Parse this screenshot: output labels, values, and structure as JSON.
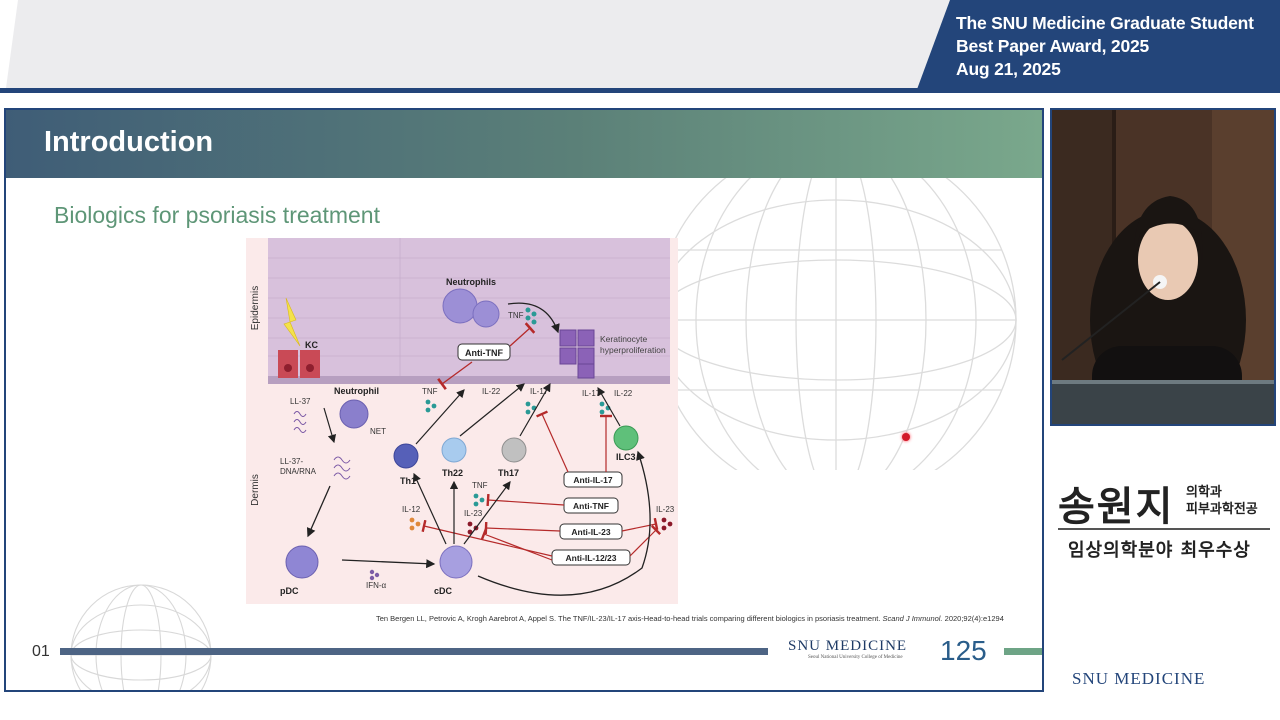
{
  "header": {
    "award_line1": "The SNU Medicine Graduate Student",
    "award_line2": "Best Paper Award, 2025",
    "award_line3": "Aug 21, 2025"
  },
  "slide": {
    "title": "Introduction",
    "subtitle": "Biologics for psoriasis treatment",
    "page_number": "01",
    "citation_text": "Ten Bergen LL, Petrovic A, Krogh Aarebrot A, Appel S. The TNF/IL-23/IL-17 axis-Head-to-head trials comparing different biologics in psoriasis treatment. ",
    "citation_journal": "Scand J Immunol.",
    "citation_tail": " 2020;92(4):e1294",
    "logo_text": "SNU MEDICINE",
    "logo_subtext": "Seoul National University College of Medicine",
    "anniversary": "125"
  },
  "figure": {
    "layers": {
      "epidermis": "Epidermis",
      "dermis": "Dermis"
    },
    "cells": {
      "kc": "KC",
      "neutrophils": "Neutrophils",
      "neutrophil": "Neutrophil",
      "keratinocyte_line1": "Keratinocyte",
      "keratinocyte_line2": "hyperproliferation",
      "th1": "Th1",
      "th22": "Th22",
      "th17": "Th17",
      "ilc3": "ILC3",
      "pdc": "pDC",
      "cdc": "cDC"
    },
    "molecules": {
      "tnf_top": "TNF",
      "tnf_left": "TNF",
      "il22_a": "IL-22",
      "il17_a": "IL-17",
      "il17_b": "IL-17",
      "il22_b": "IL-22",
      "ll37": "LL-37",
      "net": "NET",
      "ll37_dna_1": "LL-37-",
      "ll37_dna_2": "DNA/RNA",
      "tnf_mid": "TNF",
      "il12": "IL-12",
      "il23_mid": "IL-23",
      "il23_right": "IL-23",
      "ifn": "IFN-α"
    },
    "drugs": {
      "anti_tnf_top": "Anti-TNF",
      "anti_il17": "Anti-IL-17",
      "anti_tnf": "Anti-TNF",
      "anti_il23": "Anti-IL-23",
      "anti_il1223": "Anti-IL-12/23"
    }
  },
  "speaker": {
    "name": "송원지",
    "dept_line1": "의학과",
    "dept_line2": "피부과학전공",
    "prize": "임상의학분야 최우수상"
  },
  "footer_logo": "SNU MEDICINE",
  "colors": {
    "navy": "#23457a",
    "header_green": "#7aa88c",
    "subtitle_green": "#5e9677",
    "inhibit_red": "#b52a2a"
  }
}
